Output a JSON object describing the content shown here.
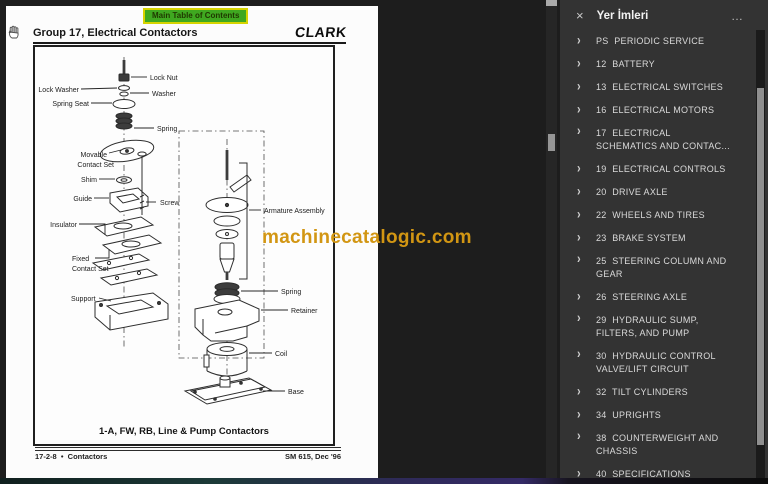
{
  "toolbar": {
    "main_toc_label": "Main Table of Contents"
  },
  "page": {
    "header": {
      "group_title": "Group 17, Electrical Contactors",
      "brand": "CLARK"
    },
    "watermark": "machinecatalogic.com",
    "diagram": {
      "caption": "1-A, FW, RB, Line  &  Pump Contactors",
      "labels": {
        "lock_nut": "Lock Nut",
        "lock_washer": "Lock Washer",
        "washer": "Washer",
        "spring_seat": "Spring Seat",
        "spring_left": "Spring",
        "movable_line1": "Movable",
        "movable_line2": "Contact Set",
        "shim": "Shim",
        "guide": "Guide",
        "screw": "Screw",
        "insulator": "Insulator",
        "fixed_line1": "Fixed",
        "fixed_line2": "Contact Set",
        "support": "Support",
        "armature_assembly": "Armature Assembly",
        "spring_right": "Spring",
        "retainer": "Retainer",
        "coil": "Coil",
        "base": "Base"
      }
    },
    "footer": {
      "page_number": "17-2-8",
      "separator": "•",
      "section": "Contactors",
      "manual_ref": "SM 615, Dec '96"
    }
  },
  "sidebar": {
    "title": "Yer İmleri",
    "close_icon": "×",
    "menu_icon": "…",
    "items": [
      {
        "label": "PS  PERIODIC SERVICE"
      },
      {
        "label": "12  BATTERY"
      },
      {
        "label": "13  ELECTRICAL SWITCHES"
      },
      {
        "label": "16  ELECTRICAL MOTORS"
      },
      {
        "label": "17  ELECTRICAL\nSCHEMATICS AND CONTAC..."
      },
      {
        "label": "19  ELECTRICAL CONTROLS"
      },
      {
        "label": "20  DRIVE AXLE"
      },
      {
        "label": "22  WHEELS AND TIRES"
      },
      {
        "label": "23  BRAKE SYSTEM"
      },
      {
        "label": "25  STEERING COLUMN AND\nGEAR"
      },
      {
        "label": "26  STEERING AXLE"
      },
      {
        "label": "29  HYDRAULIC SUMP,\nFILTERS, AND PUMP"
      },
      {
        "label": "30  HYDRAULIC CONTROL\nVALVE/LIFT CIRCUIT"
      },
      {
        "label": "32  TILT CYLINDERS"
      },
      {
        "label": "34  UPRIGHTS"
      },
      {
        "label": "38  COUNTERWEIGHT AND\nCHASSIS"
      },
      {
        "label": "40  SPECIFICATIONS"
      }
    ]
  },
  "colors": {
    "toc_button_bg": "#3fa820",
    "toc_button_border": "#d6d400",
    "watermark_orange": "#d29613",
    "viewer_bg": "#1d1d1d",
    "sidebar_bg": "#333333",
    "bottom_bar_accent": "#342a66"
  }
}
